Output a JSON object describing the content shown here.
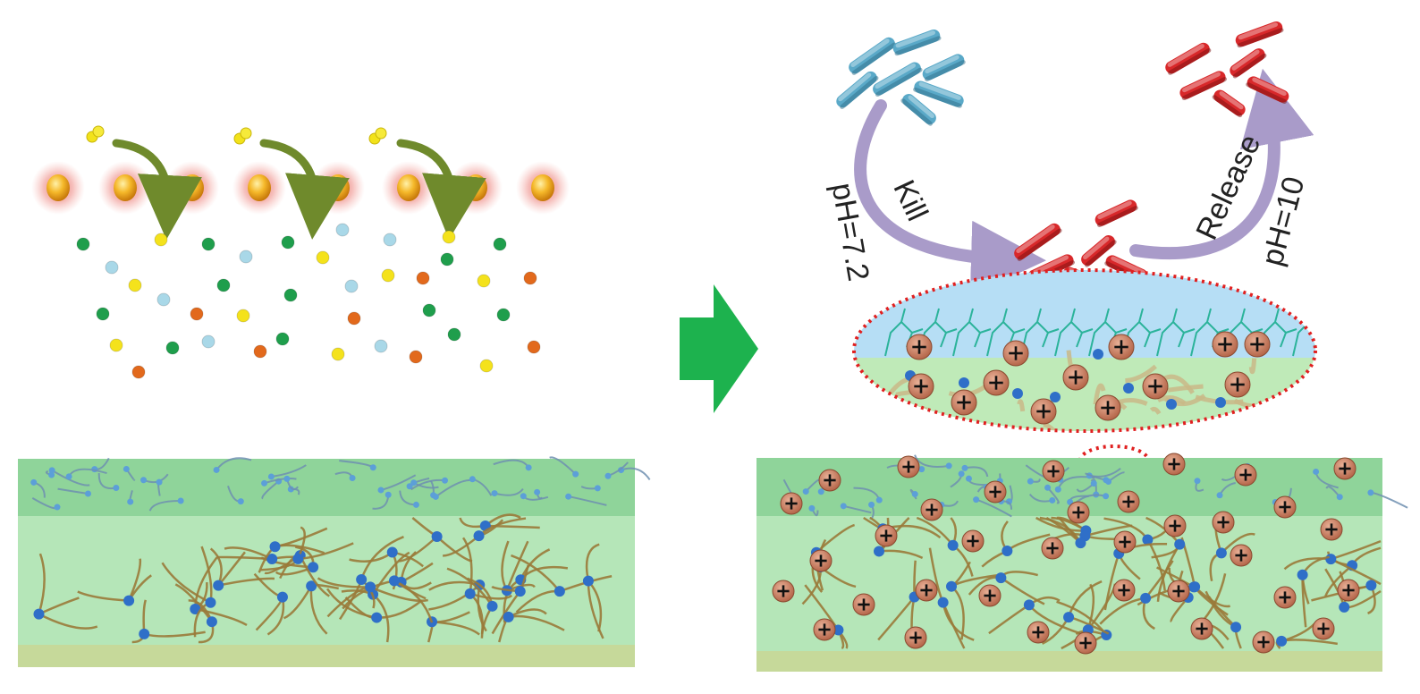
{
  "labels": {
    "kill": "Kill",
    "release": "Release",
    "ph_kill": "pH=7.2",
    "ph_release": "pH=10",
    "cation_symbol": "+"
  },
  "colors": {
    "gold_particle": "#f0a81c",
    "gold_glow": "#e8706a",
    "arrow_olive": "#6f8a2c",
    "big_arrow": "#1db24e",
    "layer_top": "#8fd49a",
    "layer_bottom": "#b5e6b8",
    "substrate": "#c6d99a",
    "network_strand": "#9a7a3a",
    "crosslink_node": "#2f6fc8",
    "cation": "#c98563",
    "bacteria_blue": "#5aa9c8",
    "bacteria_red": "#d8282a",
    "cycle_arrow": "#a99bc9",
    "zoom_top": "#b6def5",
    "zoom_bottom": "#bfeab8",
    "dotted_outline": "#e02020"
  },
  "icons": [
    "gold-nanoparticle-icon",
    "monomer-dot-icon",
    "bacteria-blue-icon",
    "bacteria-red-icon",
    "cation-plus-icon",
    "crosslink-node-icon"
  ]
}
